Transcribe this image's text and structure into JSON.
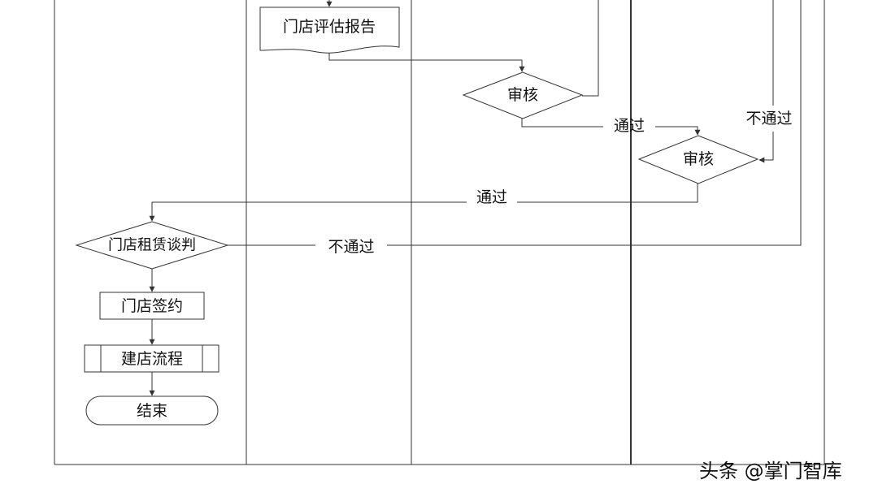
{
  "diagram": {
    "nodes": {
      "store_report": "门店评估报告",
      "review_1": "审核",
      "review_2": "审核",
      "lease_negotiation": "门店租赁谈判",
      "store_signing": "门店签约",
      "store_build": "建店流程",
      "end": "结束"
    },
    "edge_labels": {
      "review1_pass": "通过",
      "review2_reject": "不通过",
      "review2_pass": "通过",
      "lease_reject": "不通过"
    }
  },
  "watermark": "头条 @掌门智库",
  "colors": {
    "line": "#333333",
    "text": "#111111",
    "background": "#ffffff"
  }
}
